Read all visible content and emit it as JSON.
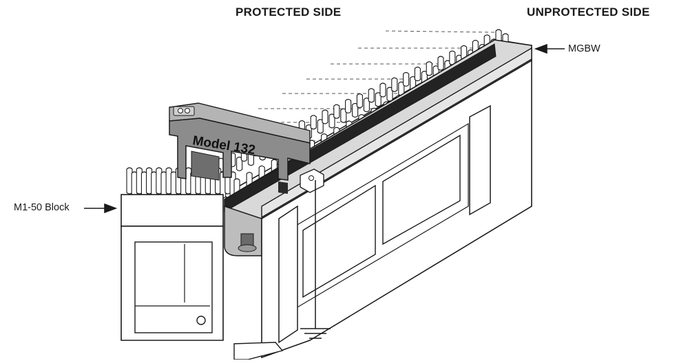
{
  "headers": {
    "protected": "PROTECTED SIDE",
    "unprotected": "UNPROTECTED SIDE"
  },
  "callouts": {
    "mgbw": "MGBW",
    "block": "M1-50 Block"
  },
  "module": {
    "label": "Model 132"
  },
  "colors": {
    "line": "#1a1a1a",
    "module_fill": "#8c8c8c",
    "module_dark": "#6e6e6e",
    "bar_fill": "#d7d7d7",
    "bar_dark": "#242424"
  }
}
